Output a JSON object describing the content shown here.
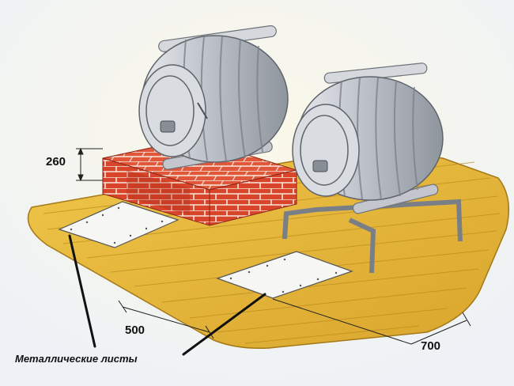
{
  "dimensions": {
    "brick_height": "260",
    "front_clearance": "500",
    "side_clearance": "700"
  },
  "caption": "Металлические листы",
  "colors": {
    "floor": "#e8b93a",
    "floor_dark": "#c9961f",
    "brick": "#d9452b",
    "mortar": "#f4e6da",
    "steel": "#c9cdd3",
    "steel_dark": "#8f959d",
    "sheet": "#f6f6f4"
  }
}
